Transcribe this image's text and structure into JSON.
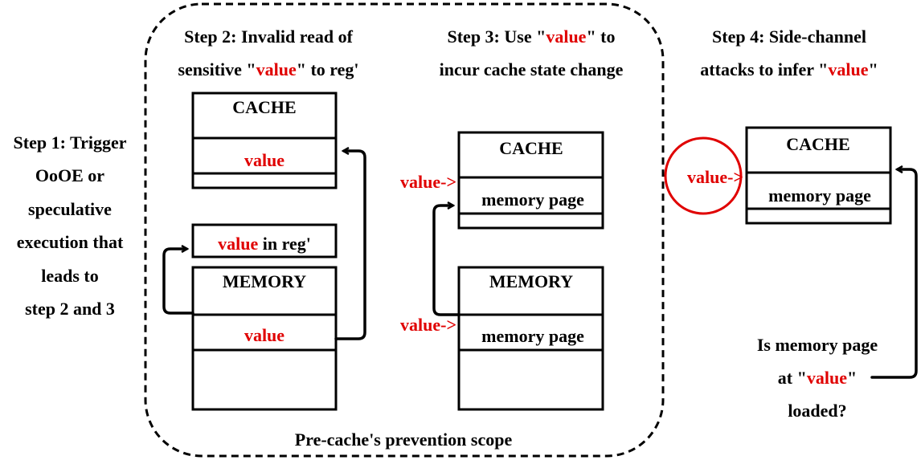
{
  "colors": {
    "highlight": "#e00000",
    "ink": "#000000"
  },
  "step1": [
    "Step 1: Trigger",
    "OoOE  or",
    "speculative",
    "execution that",
    "leads  to",
    "step 2 and 3"
  ],
  "step2": {
    "title_line1": "Step 2: Invalid read of",
    "title_line2_pre": "sensitive \"",
    "title_line2_value": "value",
    "title_line2_post": "\" to reg'",
    "cache_label": "CACHE",
    "cache_value": "value",
    "reg_value": "value",
    "reg_suffix": " in reg'",
    "memory_label": "MEMORY",
    "memory_value": "value"
  },
  "step3": {
    "title_line1_pre": "Step 3: Use \"",
    "title_line1_value": "value",
    "title_line1_post": "\" to",
    "title_line2": "incur cache state change",
    "cache_label": "CACHE",
    "cache_row": "memory page",
    "memory_label": "MEMORY",
    "memory_row": "memory page",
    "pointer1": "value->",
    "pointer2": "value->"
  },
  "step4": {
    "title_line1": "Step 4: Side-channel",
    "title_line2_pre": "attacks to infer \"",
    "title_line2_value": "value",
    "title_line2_post": "\"",
    "cache_label": "CACHE",
    "cache_row": "memory page",
    "pointer": "value->",
    "question_line1": "Is memory page",
    "question_line2_pre": "at \"",
    "question_line2_value": "value",
    "question_line2_post": "\"",
    "question_line3": "loaded?"
  },
  "scope_label": "Pre-cache's prevention scope"
}
